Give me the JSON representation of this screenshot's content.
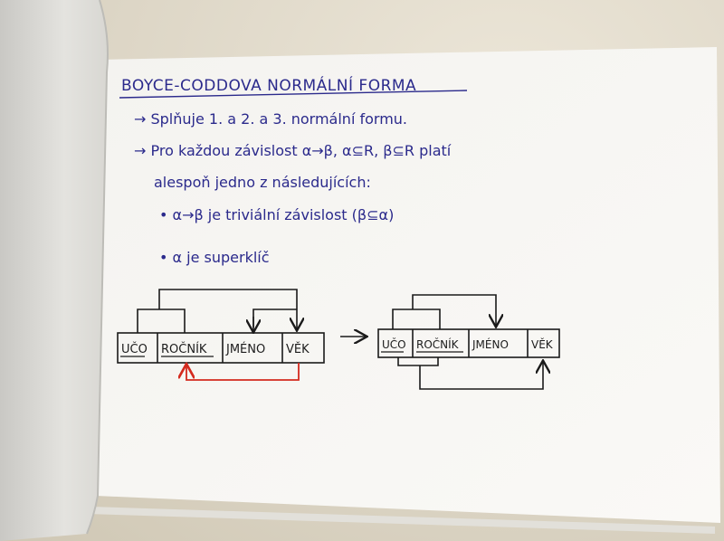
{
  "page": {
    "title": "BOYCE-CODDOVA NORMÁLNÍ FORMA",
    "line1": "→ Splňuje 1. a 2. a 3. normální formu.",
    "line2": "→ Pro každou závislost α→β, α⊆R, β⊆R platí",
    "line3": "alespoň jedno z následujících:",
    "bullet1": "• α→β je triviální závislost (β⊆α)",
    "bullet2": "• α je superklíč"
  },
  "diagram_left": {
    "cells": [
      "UČO",
      "ROČNÍK",
      "JMÉNO",
      "VĚK"
    ]
  },
  "diagram_right": {
    "cells": [
      "UČO",
      "ROČNÍK",
      "JMÉNO",
      "VĚK"
    ]
  },
  "colors": {
    "ink": "#2b2a8c",
    "pen": "#1a1a1a",
    "red_arrow": "#d42a1e",
    "paper": "#f7f6f3"
  }
}
